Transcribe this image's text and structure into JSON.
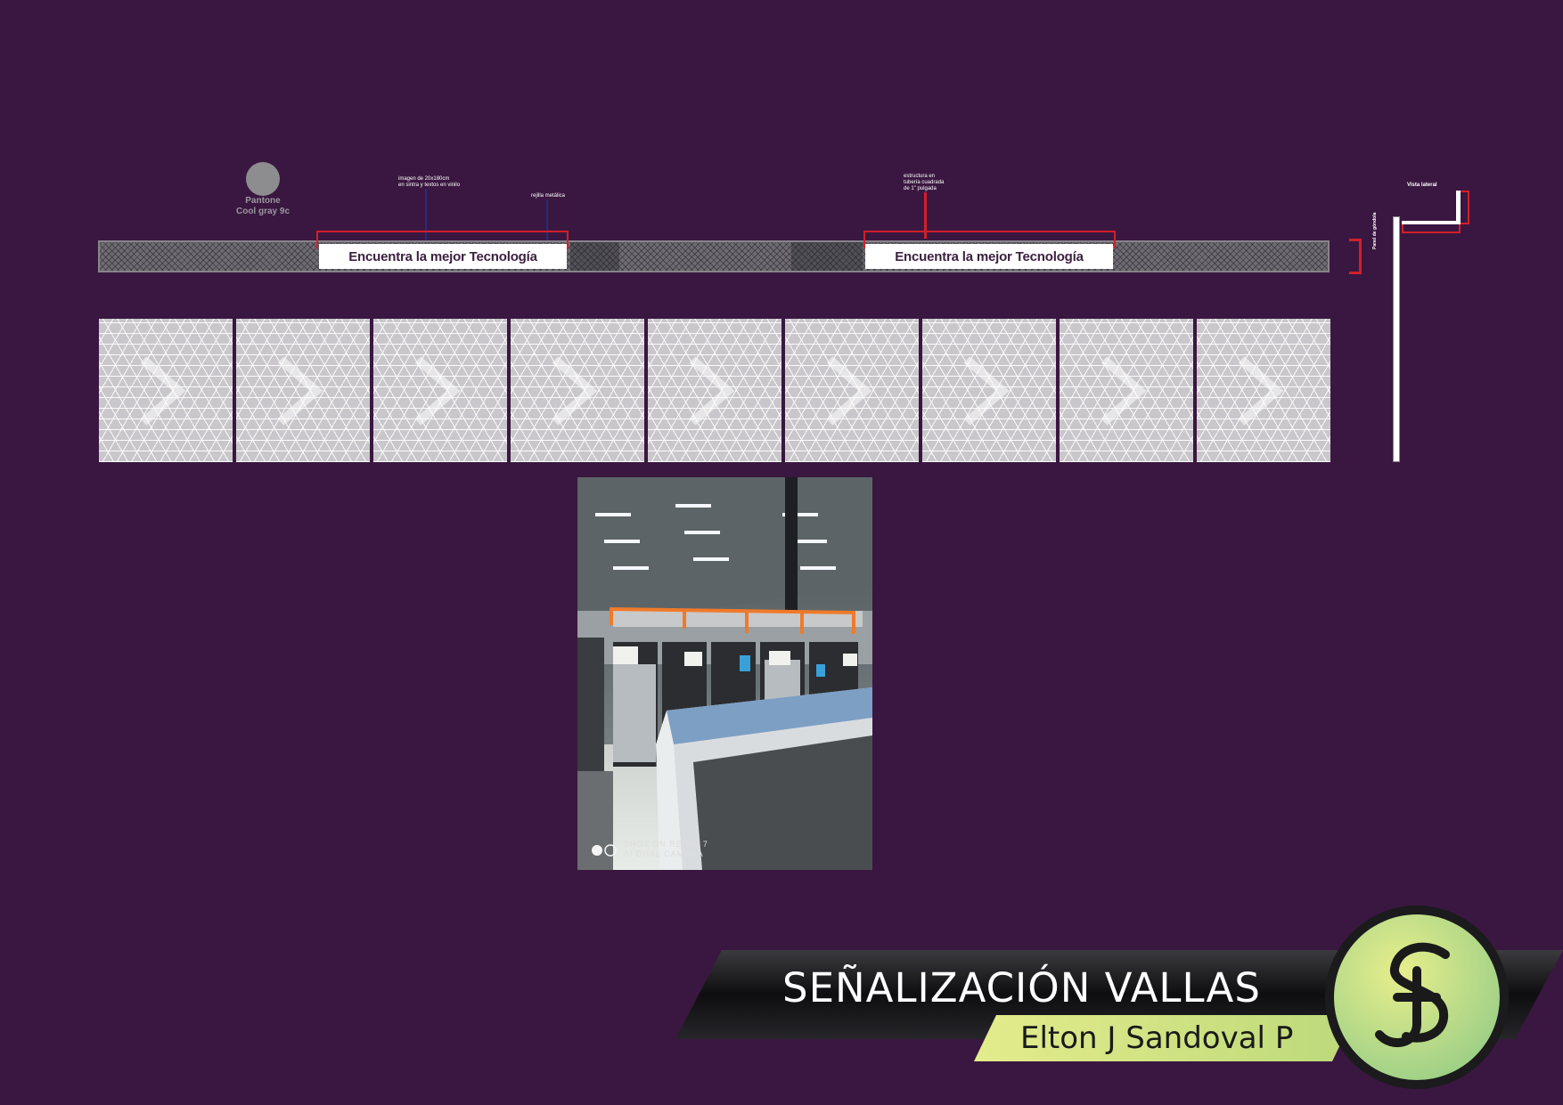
{
  "swatch": {
    "line1": "Pantone",
    "line2": "Cool gray 9c",
    "color": "#8d8c8f"
  },
  "callouts": {
    "image_line1": "imagen de 20x180cm",
    "image_line2": "en sintra y textos en vinilo",
    "grille": "rejilla metálica",
    "structure_line1": "estructura en",
    "structure_line2": "tubería cuadrada",
    "structure_line3": "de 1\" pulgada",
    "side_view": "Vista lateral",
    "side_post": "Panel de góndola"
  },
  "sign": {
    "left_text": "Encuentra la mejor Tecnología",
    "right_text": "Encuentra la mejor Tecnología"
  },
  "panels": {
    "count": 9,
    "color": "#c9c7cb"
  },
  "photo": {
    "caption_line1": "SHOT ON REDMI 7",
    "caption_line2": "AI DUAL CAMERA"
  },
  "footer": {
    "title": "SEÑALIZACIÓN VALLAS",
    "author": "Elton J Sandoval P",
    "logo": "JS monogram"
  },
  "colors": {
    "background": "#3a1740",
    "accent_red": "#d0202a",
    "accent_green": "#cfe27a",
    "banner": "#1c1c1e"
  }
}
